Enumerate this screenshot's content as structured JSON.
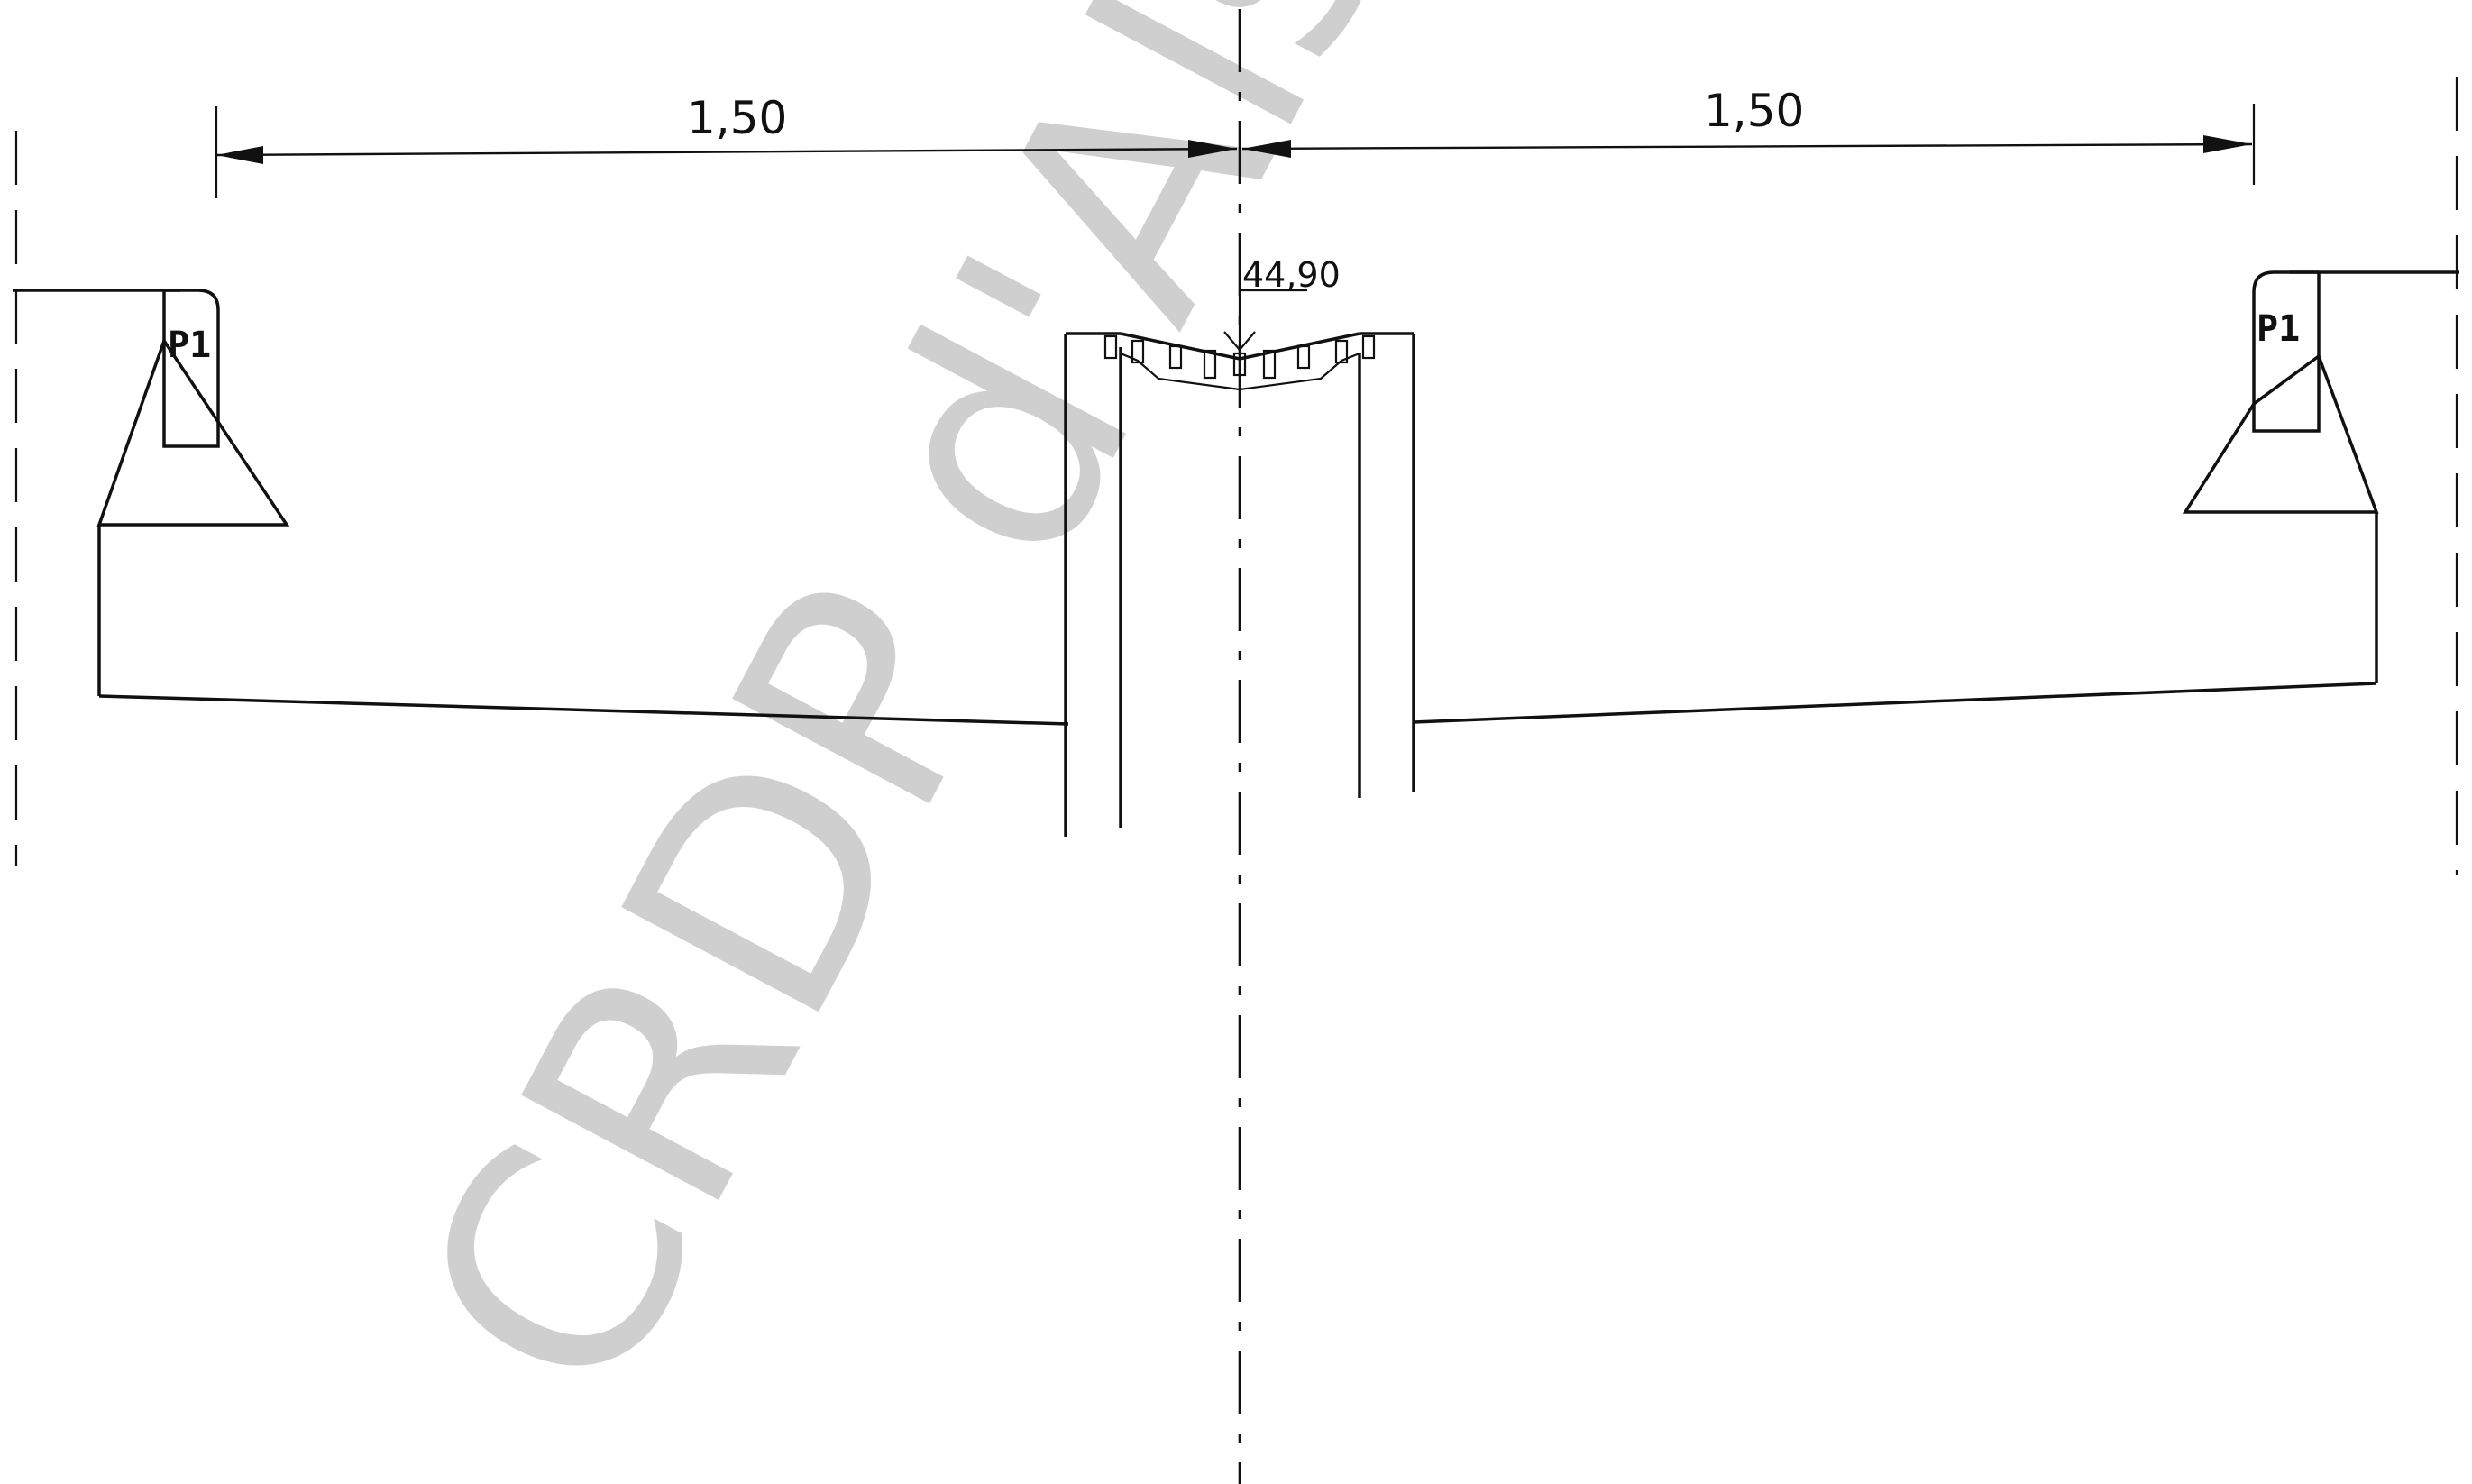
{
  "dimensions": {
    "left_span": "1,50",
    "right_span": "1,50",
    "level": "44,90"
  },
  "labels": {
    "left_post": "P1",
    "right_post": "P1"
  },
  "watermark": "CRDP d'Alsace",
  "colors": {
    "ink": "#111111",
    "watermark": "#cfcfcf",
    "paper": "#ffffff"
  }
}
